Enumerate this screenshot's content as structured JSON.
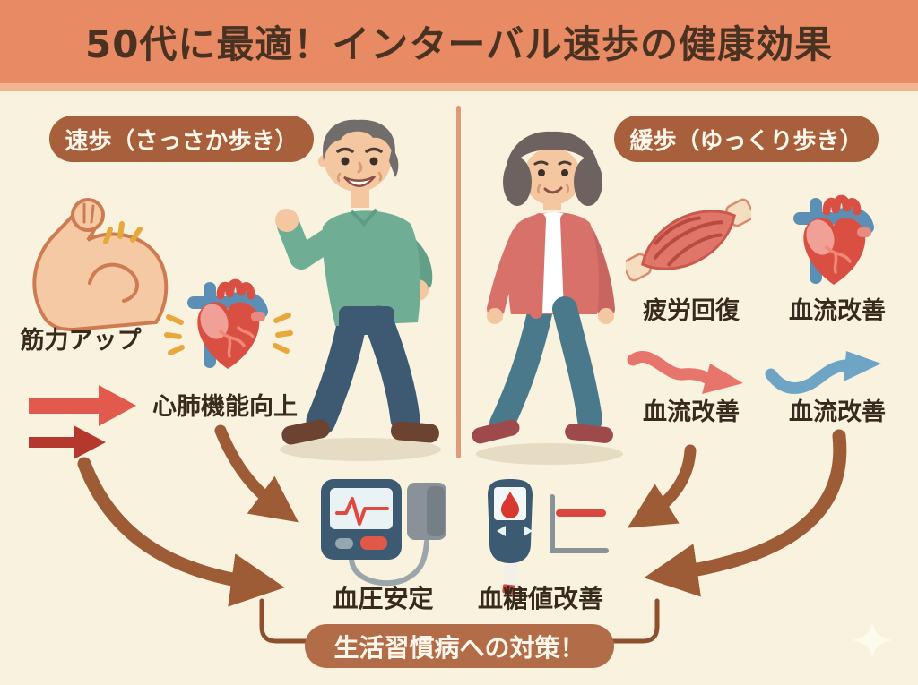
{
  "title": "50代に最適！インターバル速歩の健康効果",
  "left_section": {
    "badge_label": "速歩（さっさか歩き）",
    "muscle_label": "筋力アップ",
    "cardio_label": "心肺機能向上"
  },
  "right_section": {
    "badge_label": "緩歩（ゆっくり歩き）",
    "fatigue_label": "疲労回復",
    "bloodflow_top_label": "血流改善",
    "bloodflow_bottom_left_label": "血流改善",
    "bloodflow_bottom_right_label": "血流改善"
  },
  "outcomes": {
    "blood_pressure_label": "血圧安定",
    "blood_sugar_label": "血糖値改善",
    "conclusion_label": "生活習慣病への対策！"
  },
  "icons": {
    "left": [
      "bicep-icon",
      "anatomical-heart-icon",
      "straight-arrow-icon",
      "walking-man-illustration"
    ],
    "right": [
      "muscle-fiber-icon",
      "anatomical-heart-icon",
      "wavy-arrow-pink-icon",
      "wavy-arrow-blue-icon",
      "walking-woman-illustration"
    ],
    "bottom": [
      "blood-pressure-monitor-icon",
      "glucose-meter-icon",
      "chart-icon",
      "curved-arrow-icon",
      "bracket",
      "sparkle-icon"
    ]
  },
  "colors": {
    "header_bg": "#E88A64",
    "header_strip": "#F2B493",
    "canvas_bg": "#F8F2DE",
    "badge_bg": "#A8603C",
    "title_text": "#4A3223",
    "label_text": "#382A1D",
    "arrow_red_light": "#E25A4E",
    "arrow_red_dark": "#B5382E",
    "arrow_pink": "#E8756B",
    "arrow_blue": "#6FA5C4",
    "arrow_brown": "#9D5B36",
    "bracket_line": "#8F4F2F",
    "pill_bg": "#B26C48",
    "divider": "#E09A78"
  }
}
